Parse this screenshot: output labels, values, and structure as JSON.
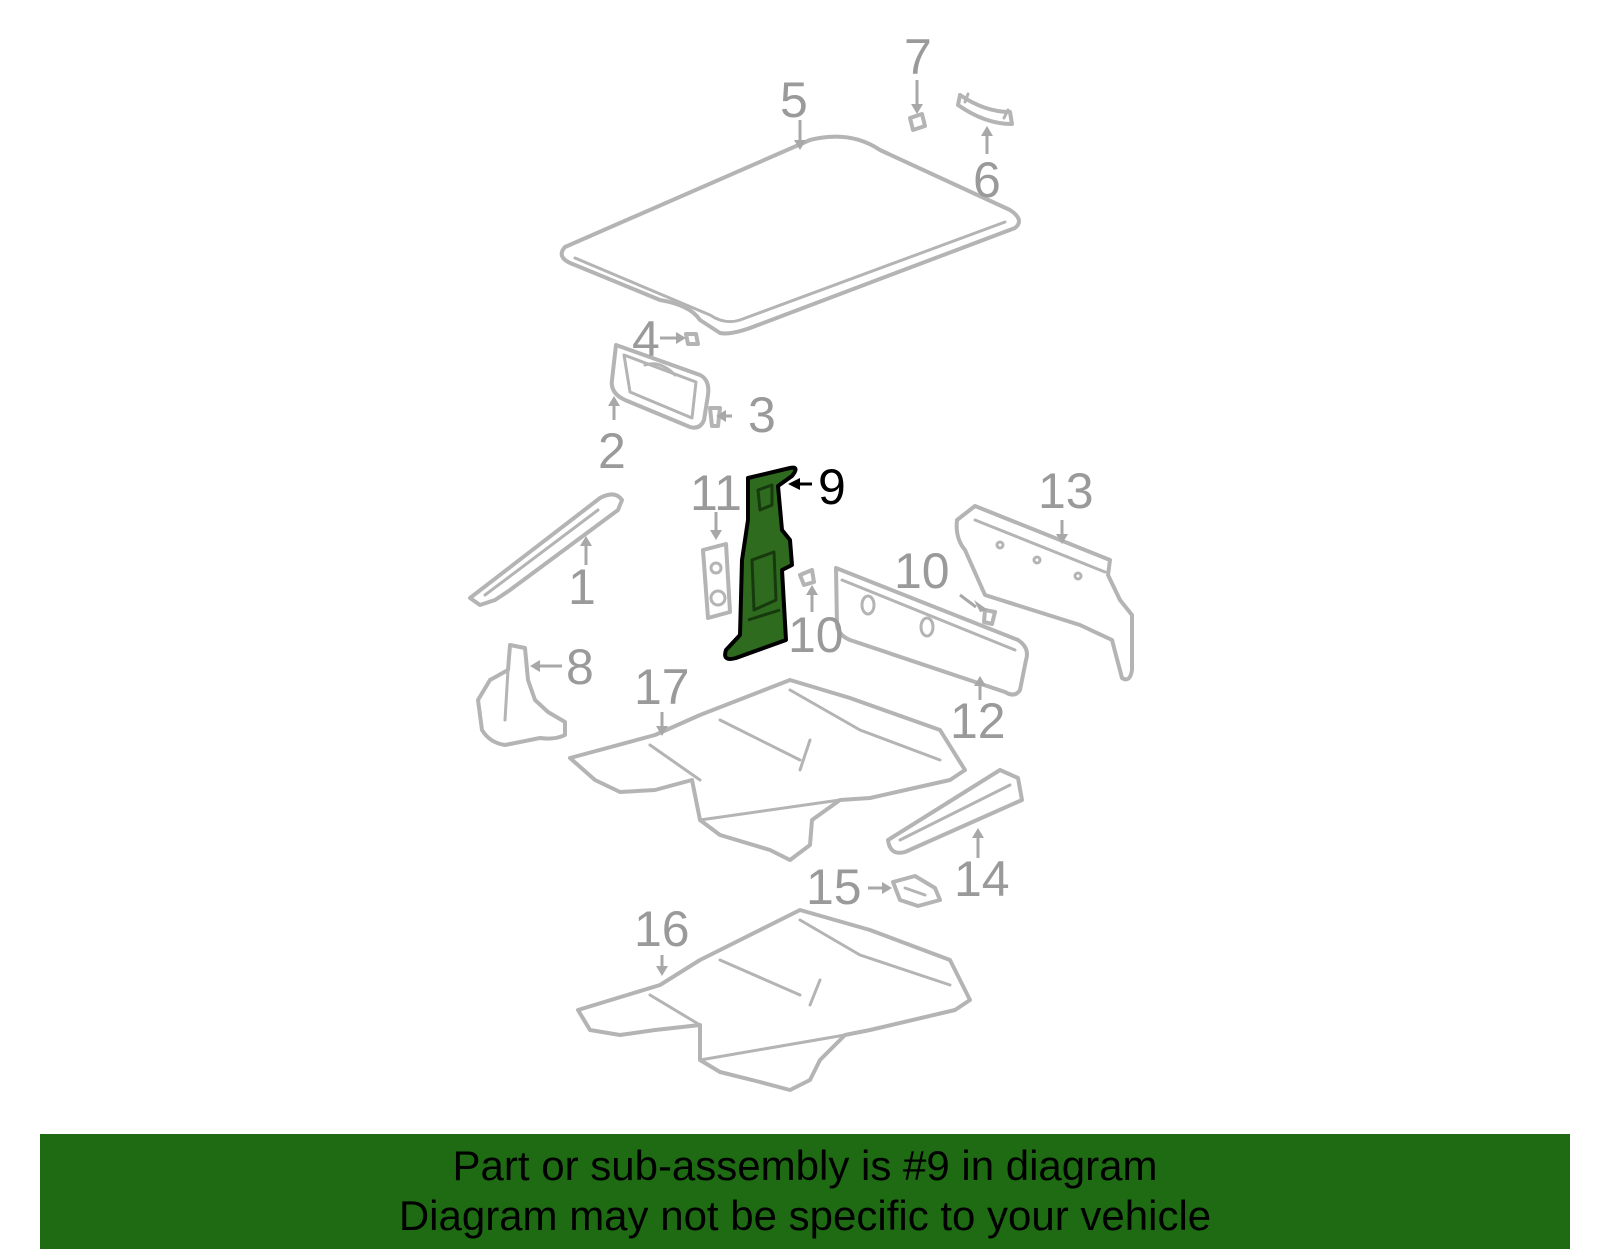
{
  "diagram": {
    "callouts": {
      "c1": "1",
      "c2": "2",
      "c3": "3",
      "c4": "4",
      "c5": "5",
      "c6": "6",
      "c7": "7",
      "c8": "8",
      "c9": "9",
      "c10a": "10",
      "c10b": "10",
      "c11": "11",
      "c12": "12",
      "c13": "13",
      "c14": "14",
      "c15": "15",
      "c16": "16",
      "c17": "17"
    },
    "highlighted_part": "9",
    "colors": {
      "highlight": "#2f6b1e",
      "banner": "#1e6b14",
      "line": "#b4b4b4"
    }
  },
  "banner": {
    "line1": "Part or sub-assembly is #9 in diagram",
    "line2": "Diagram may not be specific to your vehicle"
  }
}
